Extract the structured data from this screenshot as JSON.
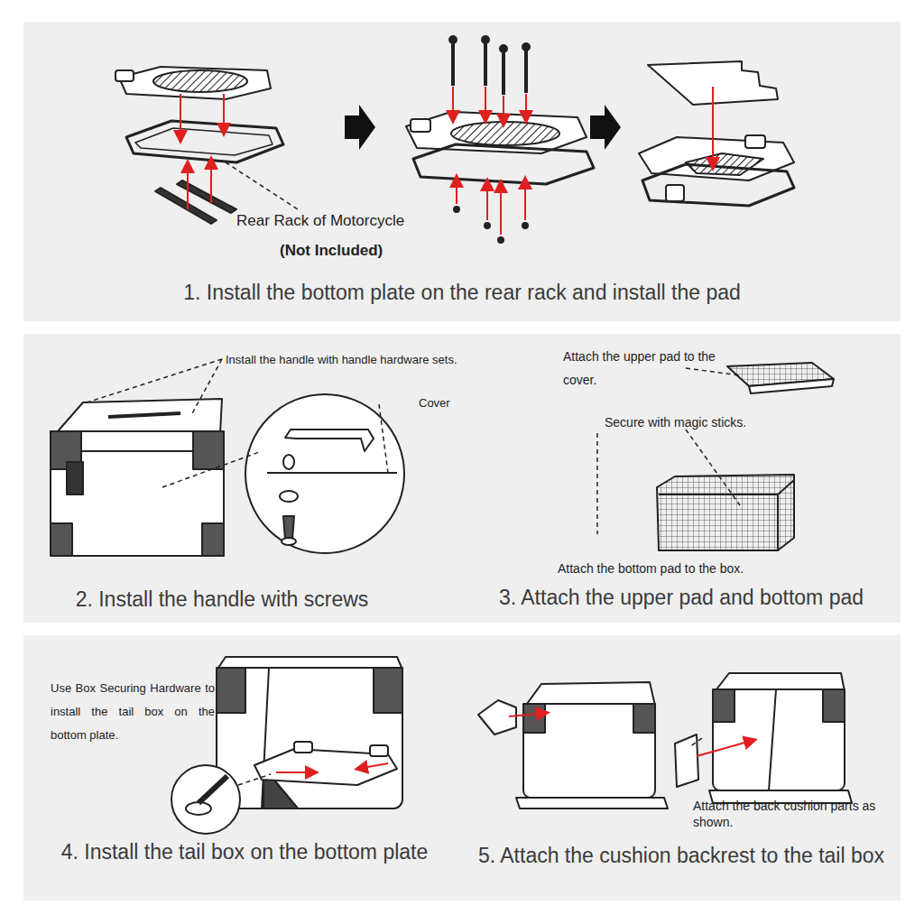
{
  "diagram": {
    "nodes": [
      {
        "text": [
          "1. Install the bottom plate on the rear rack and install the pad"
        ]
      },
      {
        "text": [
          "2. Install the handle with screws",
          "3. Attach the upper pad and bottom pad"
        ]
      },
      {
        "text": [
          "4. Install the tail box on the bottom plate",
          "5. Attach the cushion backrest to the tail box"
        ]
      }
    ],
    "labels": [
      "Rear Rack of Motorcycle",
      "(Not Included)",
      "Install the handle with handle hardware sets.",
      "Cover",
      "Attach the upper pad to the cover.",
      "Secure with magic sticks.",
      "Attach the bottom pad to the box.",
      "Use Box Securing Hardware to install the tail box on the bottom plate.",
      "Attach the back cushion parts as shown."
    ]
  }
}
